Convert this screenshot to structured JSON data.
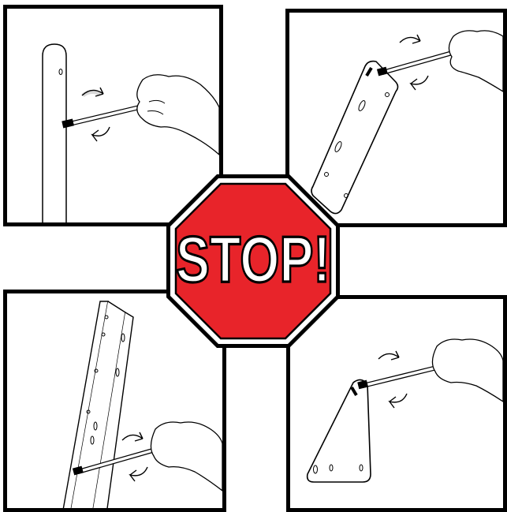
{
  "sign": {
    "text": "STOP!",
    "fill_color": "#e8242a",
    "border_color": "#000000",
    "ring_color": "#ffffff",
    "text_color": "#ffffff"
  },
  "panels": [
    {
      "icon": "post-screwdriver-illustration",
      "rotation_arrows": true
    },
    {
      "icon": "mounting-plate-screwdriver-illustration",
      "rotation_arrows": true
    },
    {
      "icon": "rail-bracket-screwdriver-illustration",
      "rotation_arrows": true
    },
    {
      "icon": "triangle-plate-screwdriver-illustration",
      "rotation_arrows": true
    }
  ]
}
